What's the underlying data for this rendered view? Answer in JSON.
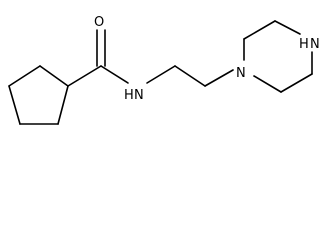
{
  "molecule": {
    "atoms": {
      "carbonyl_oxygen": "O",
      "amide_nitrogen": "N",
      "amide_hydrogen": "H",
      "piperazine_n4": "N",
      "piperazine_n1": "N",
      "piperazine_n1_hydrogen": "H"
    }
  }
}
